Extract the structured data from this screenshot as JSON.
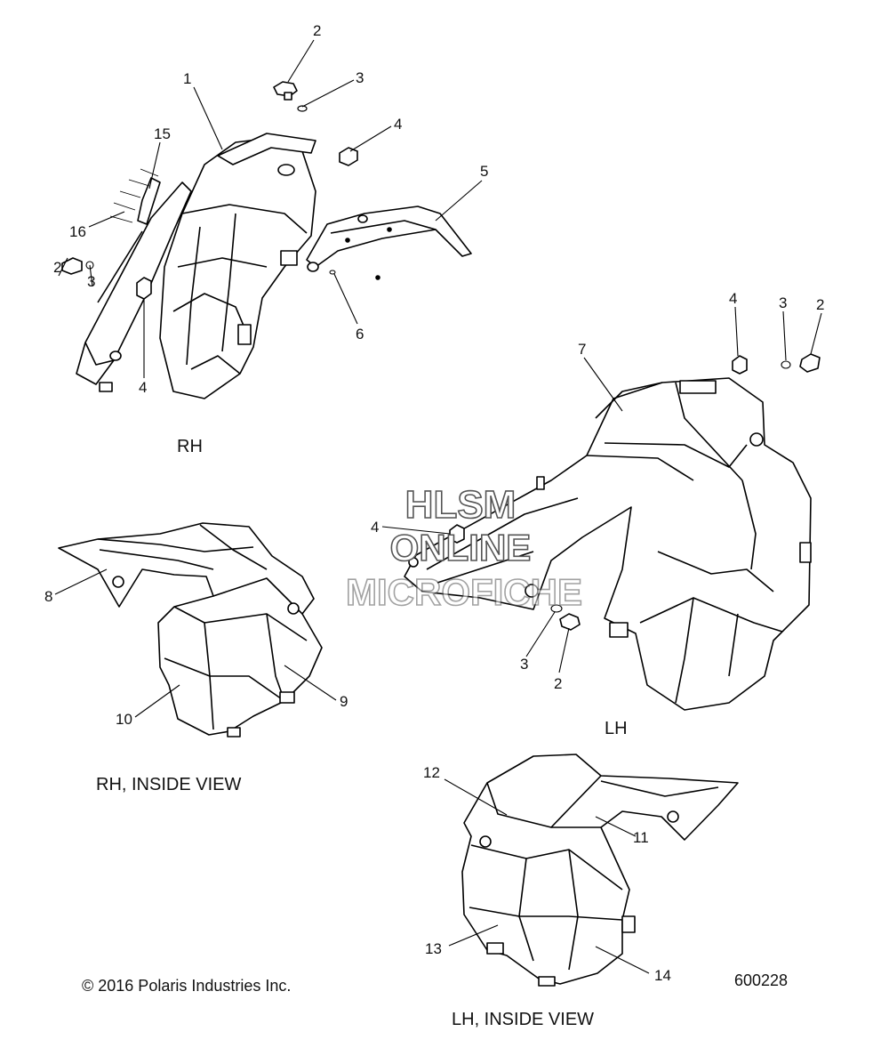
{
  "captions": {
    "rh": "RH",
    "lh": "LH",
    "rh_inside": "RH, INSIDE VIEW",
    "lh_inside": "LH, INSIDE VIEW"
  },
  "copyright": "© 2016 Polaris Industries Inc.",
  "drawing_number": "600228",
  "watermark": [
    "HLSM",
    "ONLINE",
    "MICROFICHE"
  ],
  "callouts": {
    "rh_1": "1",
    "rh_2_top": "2",
    "rh_3_top": "3",
    "rh_4_top": "4",
    "rh_5": "5",
    "rh_6": "6",
    "rh_15": "15",
    "rh_16": "16",
    "rh_2_left": "2",
    "rh_3_left": "3",
    "rh_4_bottom": "4",
    "lh_4_top": "4",
    "lh_3_top": "3",
    "lh_2_top": "2",
    "lh_7": "7",
    "lh_4_mid": "4",
    "lh_3_bottom": "3",
    "lh_2_bottom": "2",
    "ri_8": "8",
    "ri_9": "9",
    "ri_10": "10",
    "li_12": "12",
    "li_11": "11",
    "li_13": "13",
    "li_14": "14"
  },
  "colors": {
    "line": "#000000",
    "fill": "#ffffff",
    "shade": "#dcdcdc",
    "watermark_stroke": "#555555"
  }
}
